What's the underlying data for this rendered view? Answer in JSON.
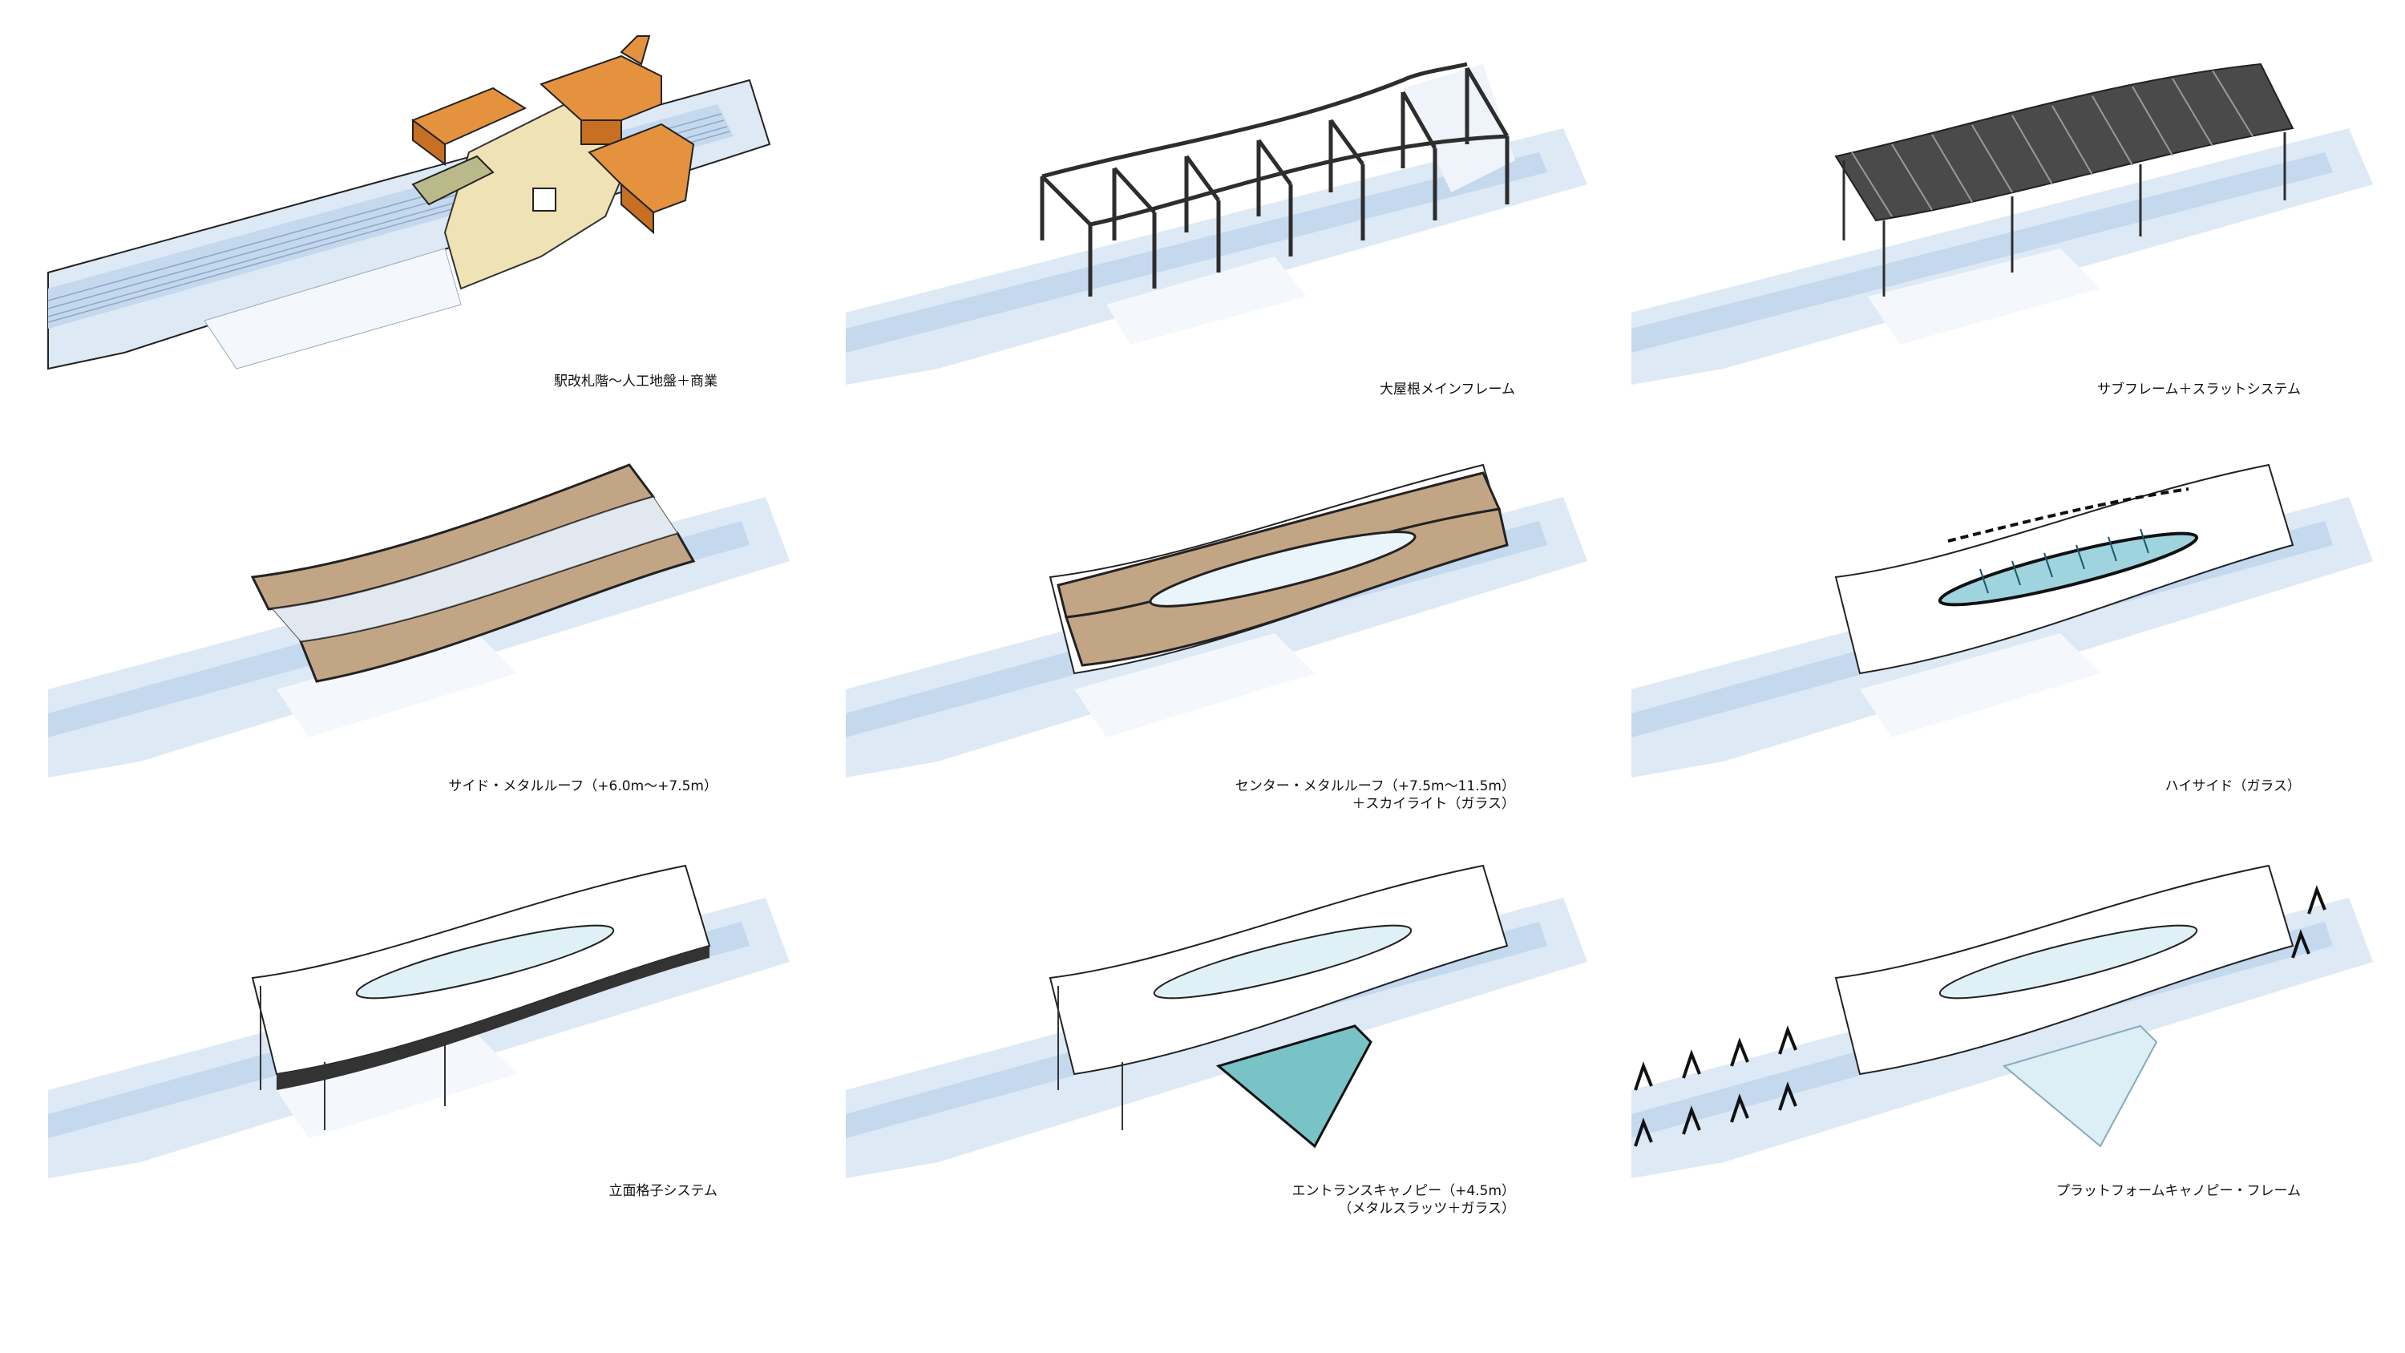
{
  "colors": {
    "ground": "#cfe0f0",
    "ground_shadow": "#a9c4e2",
    "deck": "#efe3b6",
    "commercial": "#e5923f",
    "roof_band": "#c2a585",
    "glass": "#bfe3ea",
    "glass_dark": "#6fb4c2",
    "canopy_glass": "#78c3c6",
    "frame": "#2d2d2d"
  },
  "panels": [
    {
      "id": "p1",
      "caption": [
        "駅改札階〜人工地盤＋商業"
      ]
    },
    {
      "id": "p2",
      "caption": [
        "大屋根メインフレーム"
      ]
    },
    {
      "id": "p3",
      "caption": [
        "サブフレーム＋スラットシステム"
      ]
    },
    {
      "id": "p4",
      "caption": [
        "サイド・メタルルーフ（+6.0m〜+7.5m）"
      ]
    },
    {
      "id": "p5",
      "caption": [
        "センター・メタルルーフ（+7.5m〜11.5m）",
        "＋スカイライト（ガラス）"
      ]
    },
    {
      "id": "p6",
      "caption": [
        "ハイサイド（ガラス）"
      ]
    },
    {
      "id": "p7",
      "caption": [
        "立面格子システム"
      ]
    },
    {
      "id": "p8",
      "caption": [
        "エントランスキャノピー（+4.5m）",
        "（メタルスラッツ＋ガラス）"
      ]
    },
    {
      "id": "p9",
      "caption": [
        "プラットフォームキャノピー・フレーム"
      ]
    }
  ]
}
